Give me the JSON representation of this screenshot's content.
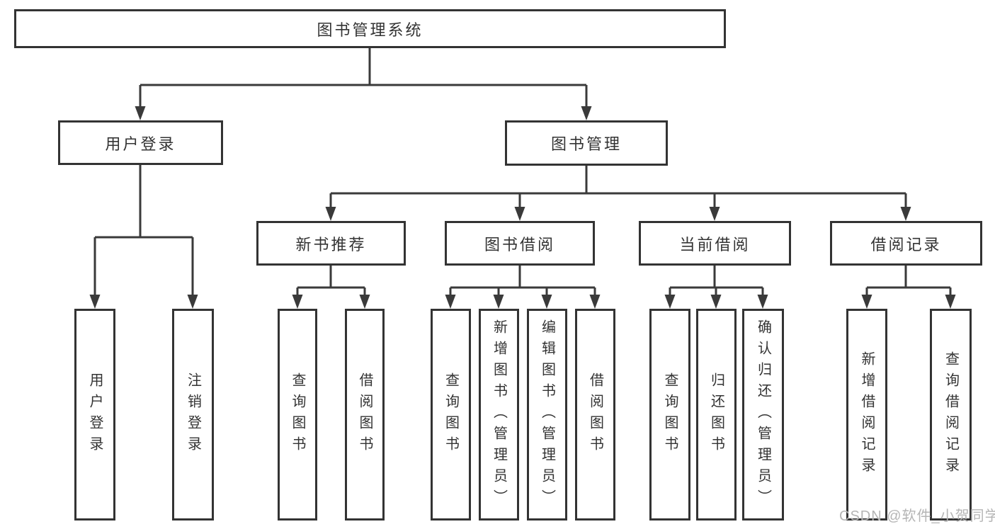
{
  "diagram_title": "图书管理系统",
  "nodes": {
    "root": "图书管理系统",
    "user_login": "用户登录",
    "book_mgmt": "图书管理",
    "new_books": "新书推荐",
    "book_borrow": "图书借阅",
    "current_borrow": "当前借阅",
    "borrow_records": "借阅记录"
  },
  "leaves": {
    "user_login": [
      "用户登录",
      "注销登录"
    ],
    "new_books": [
      "查询图书",
      "借阅图书"
    ],
    "book_borrow": [
      "查询图书",
      "新增图书（管理员）",
      "编辑图书（管理员）",
      "借阅图书"
    ],
    "current_borrow": [
      "查询图书",
      "归还图书",
      "确认归还（管理员）"
    ],
    "borrow_records": [
      "新增借阅记录",
      "查询借阅记录"
    ]
  },
  "watermark": "CSDN @软件_小贺同学",
  "colors": {
    "line": "#3a3a3a",
    "box_border": "#333333",
    "text": "#333333",
    "background": "#ffffff",
    "watermark": "#b5b5b5"
  }
}
